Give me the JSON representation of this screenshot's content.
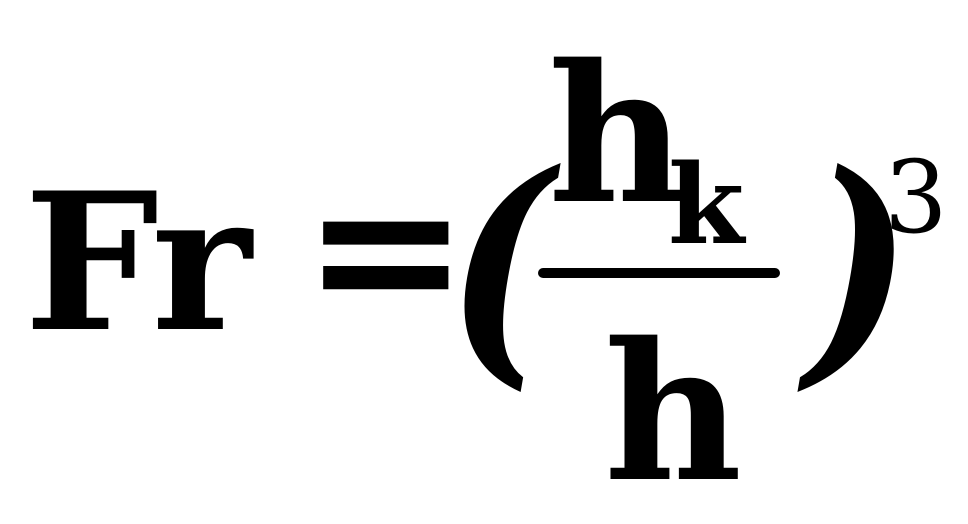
{
  "formula": {
    "lhs": "Fr",
    "equals": "=",
    "paren_open": "(",
    "numerator_main": "h",
    "numerator_subscript": "k",
    "denominator": "h",
    "paren_close": ")",
    "exponent": "3"
  },
  "colors": {
    "text": "#000000",
    "background": "#ffffff"
  }
}
